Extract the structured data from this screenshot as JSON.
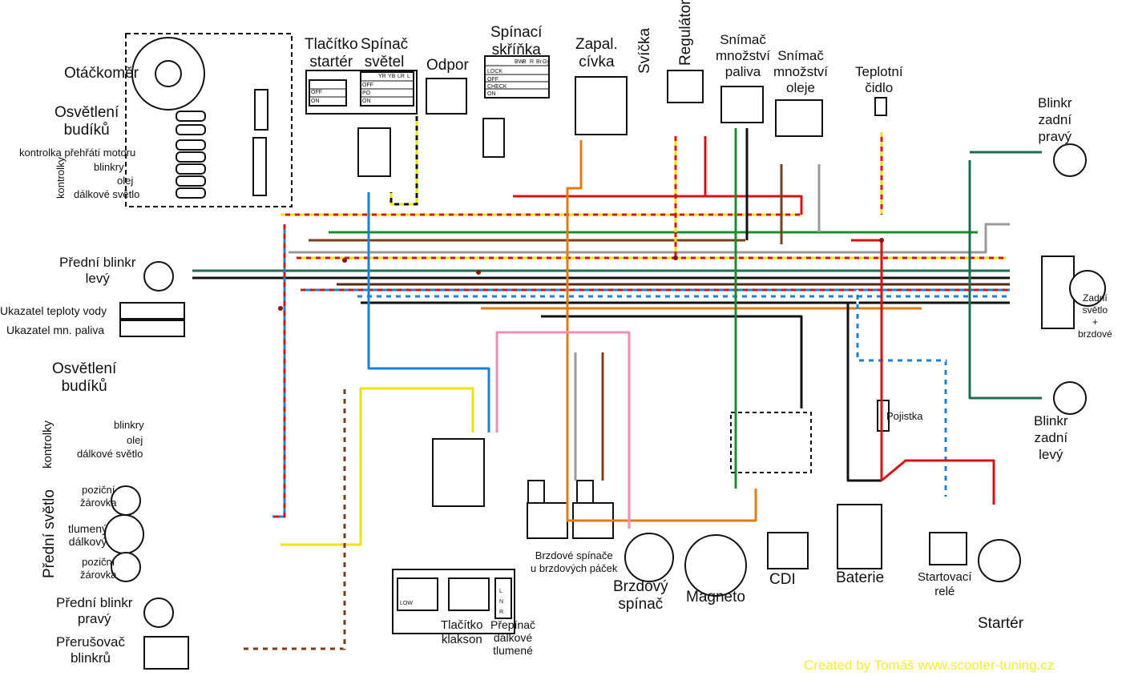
{
  "labels": {
    "tachometer": "Otáčkoměr",
    "gauge_lighting_top": [
      "Osvětlení",
      "budíků"
    ],
    "overheat_lamp": "kontrolka přehřátí motoru",
    "blinkers_top": "blinkry",
    "oil_top": "olej",
    "high_beam_top": "dálkové světlo",
    "indicators_top": "kontrolky",
    "starter_button": [
      "Tlačítko",
      "startér"
    ],
    "light_switch": [
      "Spínač",
      "světel"
    ],
    "resistor": "Odpor",
    "ignition_switch": [
      "Spínací",
      "skříňka"
    ],
    "ignition_coil": [
      "Zapal.",
      "cívka"
    ],
    "spark_plug": "Svíčka",
    "regulator": "Regulátor",
    "fuel_sender": [
      "Snímač",
      "množství",
      "paliva"
    ],
    "oil_sender": [
      "Snímač",
      "množství",
      "oleje"
    ],
    "temp_sensor": [
      "Teplotní",
      "čidlo"
    ],
    "rear_right_blinker": [
      "Blinkr",
      "zadní",
      "pravý"
    ],
    "front_left_blinker": [
      "Přední blinkr",
      "levý"
    ],
    "water_temp_gauge": "Ukazatel teploty vody",
    "fuel_gauge": "Ukazatel mn. paliva",
    "gauge_lighting_bottom": [
      "Osvětlení",
      "budíků"
    ],
    "indicators_bottom": "kontrolky",
    "blinkers_bottom": "blinkry",
    "oil_bottom": "olej",
    "high_beam_bottom": "dálkové světlo",
    "headlight": "Přední světlo",
    "position_bulb_1": [
      "poziční",
      "žárovka"
    ],
    "low_high_beam": [
      "tlumený",
      "dálkový"
    ],
    "position_bulb_2": [
      "poziční",
      "žárovka"
    ],
    "front_right_blinker": [
      "Přední blinkr",
      "pravý"
    ],
    "flasher_relay": [
      "Přerušovač",
      "blinkrů"
    ],
    "horn_button": [
      "Tlačítko",
      "klakson"
    ],
    "dimmer_switch": [
      "Přepínač",
      "dálkové",
      "tlumené"
    ],
    "brake_lever_switches": [
      "Brzdové spínače",
      "u brzdových páček"
    ],
    "brake_switch": [
      "Brzdový",
      "spínač"
    ],
    "magneto": "Magneto",
    "cdi": "CDI",
    "battery": "Baterie",
    "starter_relay": [
      "Startovací",
      "relé"
    ],
    "starter": "Startér",
    "tail_light": [
      "Zadní",
      "světlo",
      "+",
      "brzdové"
    ],
    "rear_left_blinker": [
      "Blinkr",
      "zadní",
      "levý"
    ],
    "fuse": "Pojistka"
  },
  "switch_tables": {
    "starter_rows": [
      "OFF",
      "ON"
    ],
    "light_cols": [
      "YR",
      "YB",
      "LR",
      "L"
    ],
    "light_rows": [
      "OFF",
      "PO",
      "ON"
    ],
    "ignition_cols": [
      "BW",
      "B",
      "R",
      "Br",
      "Gy"
    ],
    "ignition_rows": [
      "LOCK",
      "OFF",
      "CHECK",
      "ON"
    ],
    "dimmer_rows": [
      "L",
      "N",
      "R"
    ],
    "horn_low": "LOW"
  },
  "wire_colors": {
    "B": "#111111",
    "R": "#d41414",
    "Y": "#f2e200",
    "G": "#1f8a2e",
    "Br": "#7a3d1c",
    "Gy": "#9a9a9a",
    "Dg": "#1e6b52",
    "Ch": "#4e2a10",
    "L": "#1f80d0",
    "Cr": "#e07c12",
    "P": "#ea8fb6",
    "W": "#ffffff"
  },
  "watermark": "Created by Tomáš  www.scooter-tuning.cz"
}
